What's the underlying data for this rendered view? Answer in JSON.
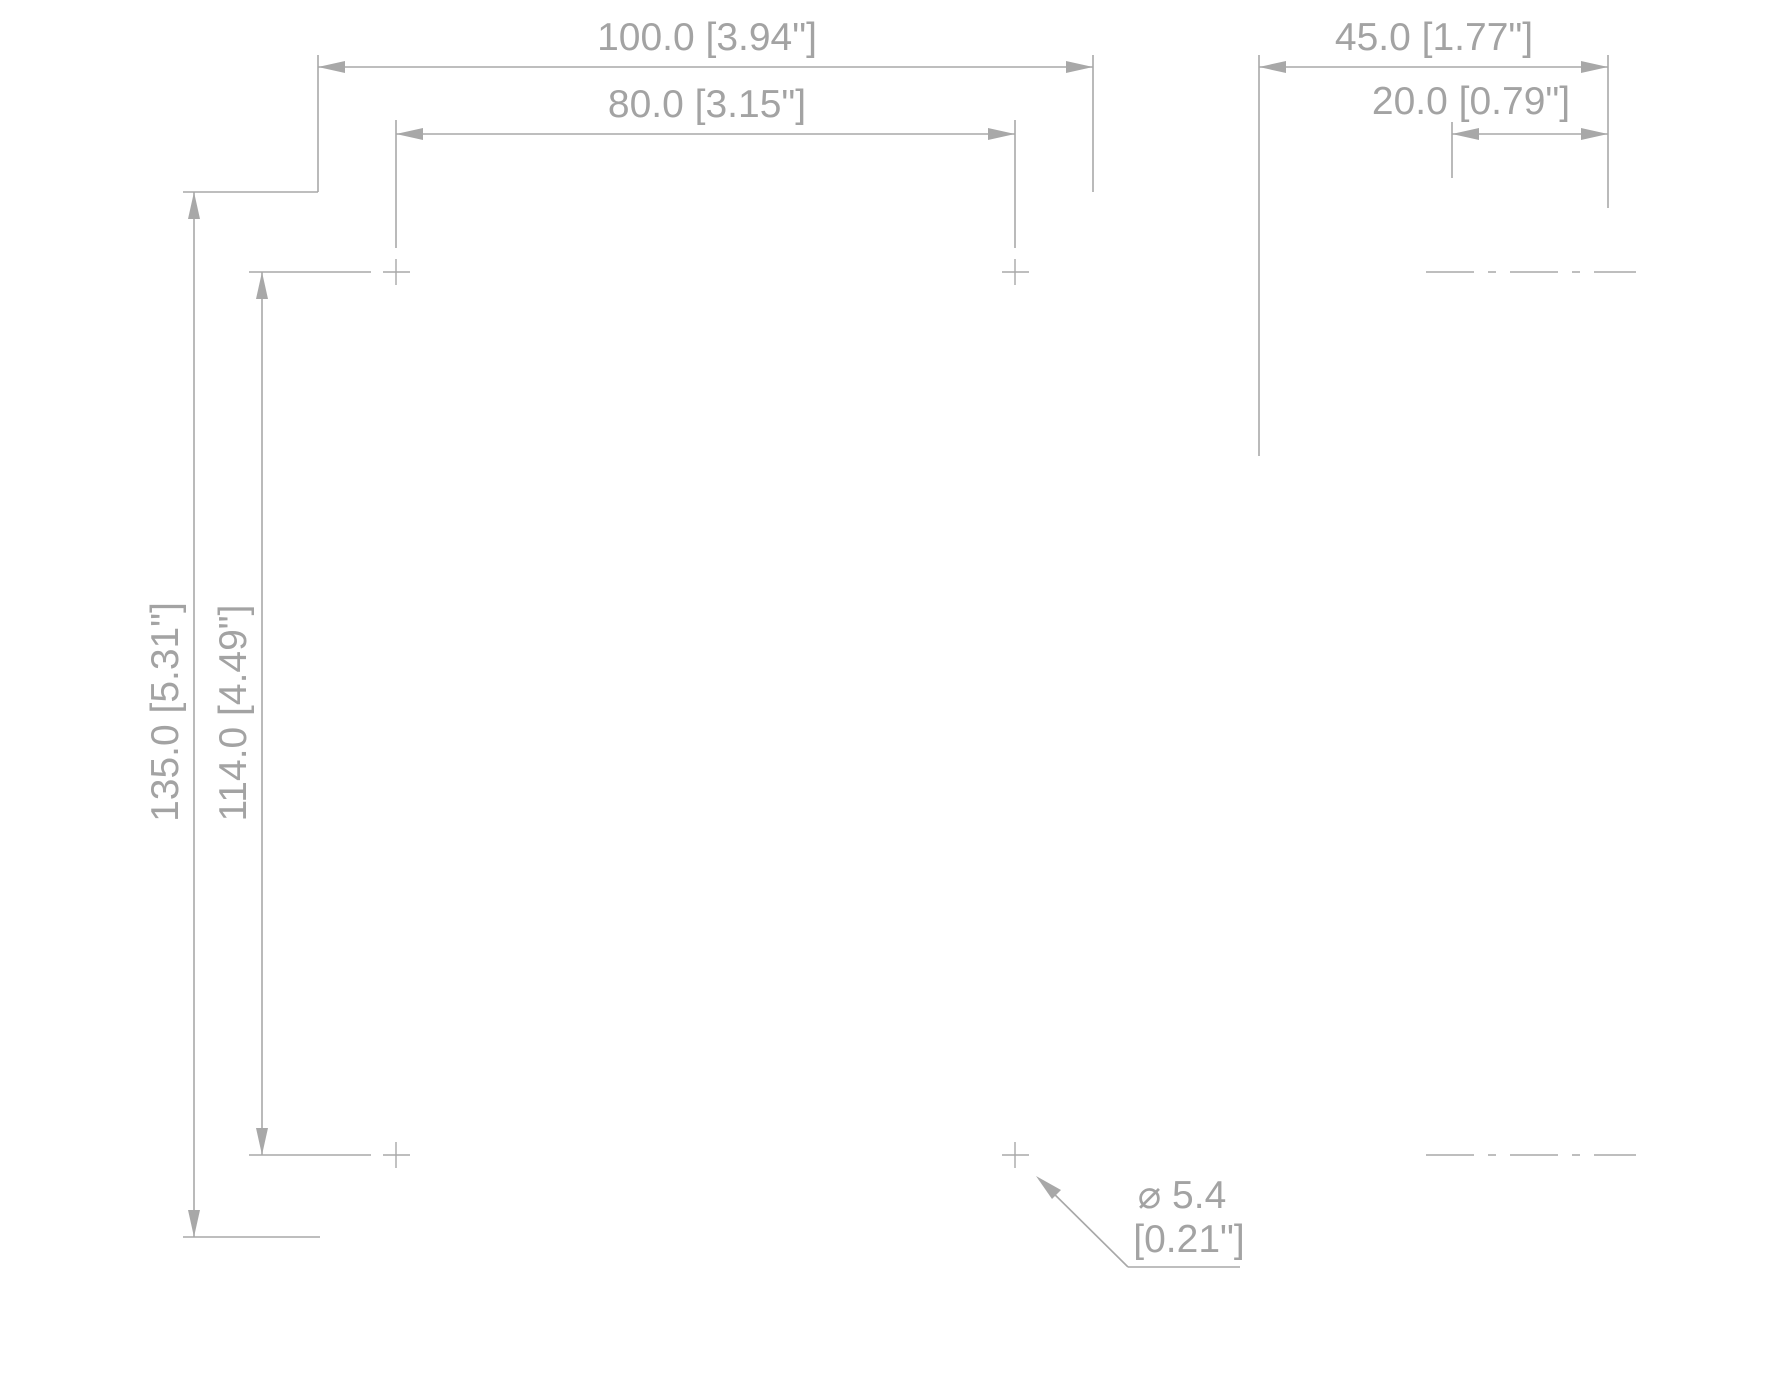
{
  "dimensions": {
    "overall_width": "100.0 [3.94\"]",
    "hole_spacing_horizontal": "80.0 [3.15\"]",
    "overall_depth": "45.0 [1.77\"]",
    "hole_offset_depth": "20.0 [0.79\"]",
    "overall_height": "135.0 [5.31\"]",
    "hole_spacing_vertical": "114.0 [4.49\"]",
    "hole_diameter_mm": "⌀ 5.4",
    "hole_diameter_in": "[0.21\"]"
  },
  "colors": {
    "line": "#a8a8a8",
    "text": "#a3a3a3",
    "background": "#ffffff"
  }
}
